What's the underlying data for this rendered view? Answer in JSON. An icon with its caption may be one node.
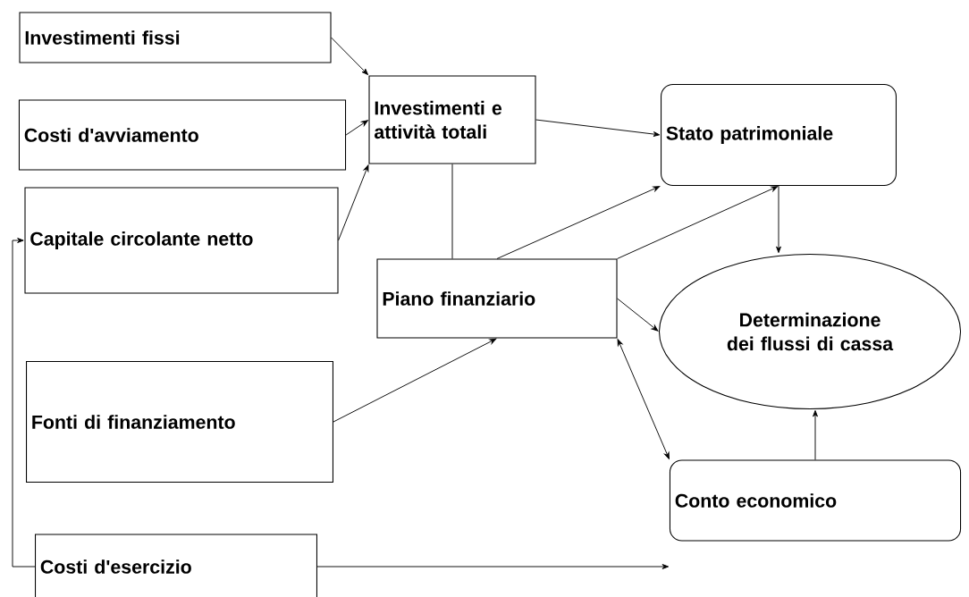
{
  "diagram": {
    "nodes": [
      {
        "text": [
          "Investimenti fissi"
        ]
      },
      {
        "text": [
          "Investimenti e attività totali"
        ]
      },
      {
        "text": [
          "Stato patrimoniale"
        ]
      },
      {
        "text": [
          "Costi d'avviamento"
        ]
      },
      {
        "text": [
          "Capitale circolante netto"
        ]
      },
      {
        "text": [
          "Piano finanziario"
        ]
      },
      {
        "text": [
          "Determinazione dei flussi di cassa"
        ]
      },
      {
        "text": [
          "Fonti di finanziamento"
        ]
      },
      {
        "text": [
          "Conto economico"
        ]
      },
      {
        "text": [
          "Costi d'esercizio"
        ]
      }
    ],
    "edges": [
      {
        "from": 0,
        "to": 1,
        "arrow": "to"
      },
      {
        "from": 3,
        "to": 1,
        "arrow": "to"
      },
      {
        "from": 4,
        "to": 1,
        "arrow": "to"
      },
      {
        "from": 1,
        "to": 2,
        "arrow": "to"
      },
      {
        "from": 1,
        "to": 5,
        "arrow": "none"
      },
      {
        "from": 5,
        "to": 2,
        "arrow": "to"
      },
      {
        "from": 5,
        "to": 2,
        "arrow": "to"
      },
      {
        "from": 5,
        "to": 6,
        "arrow": "to"
      },
      {
        "from": 2,
        "to": 6,
        "arrow": "to"
      },
      {
        "from": 7,
        "to": 5,
        "arrow": "to"
      },
      {
        "from": 8,
        "to": 6,
        "arrow": "to"
      },
      {
        "from": 5,
        "to": 8,
        "arrow": "both"
      },
      {
        "from": 9,
        "to": 8,
        "arrow": "to"
      },
      {
        "from": 9,
        "to": 4,
        "arrow": "to"
      }
    ]
  }
}
